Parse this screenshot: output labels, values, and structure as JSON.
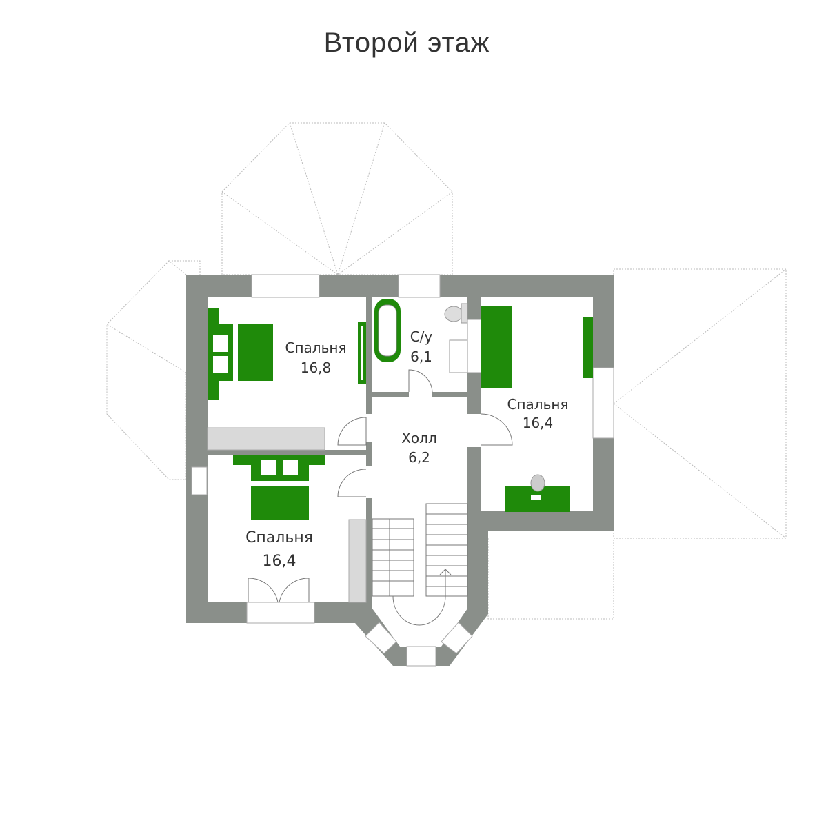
{
  "title": "Второй этаж",
  "rooms": [
    {
      "name": "Спальня",
      "area": "16,8"
    },
    {
      "name": "С/у",
      "area": "6,1"
    },
    {
      "name": "Холл",
      "area": "6,2"
    },
    {
      "name": "Спальня",
      "area": "16,4"
    },
    {
      "name": "Спальня",
      "area": "16,4"
    }
  ],
  "colors": {
    "wall": "#8a8f8a",
    "furniture": "#1f8a0a",
    "built_in": "#d9d9d9"
  }
}
